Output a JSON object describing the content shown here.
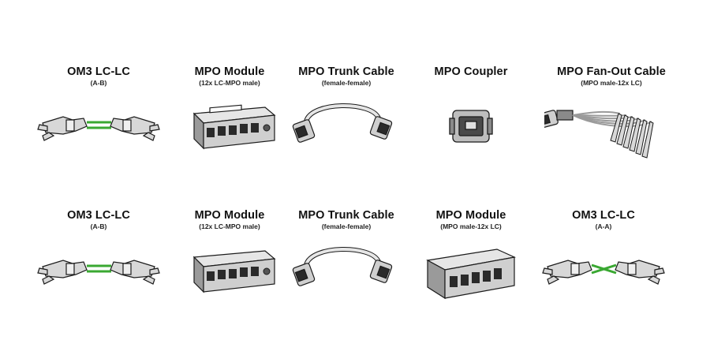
{
  "rows": [
    {
      "items": [
        {
          "title": "OM3 LC-LC",
          "subtitle": "(A-B)",
          "icon": "lc-lc-patch-cable-straight"
        },
        {
          "title": "MPO Module",
          "subtitle": "(12x LC-MPO male)",
          "icon": "mpo-module"
        },
        {
          "title": "MPO Trunk Cable",
          "subtitle": "(female-female)",
          "icon": "mpo-trunk-cable"
        },
        {
          "title": "MPO Coupler",
          "subtitle": "",
          "icon": "mpo-coupler"
        },
        {
          "title": "MPO Fan-Out Cable",
          "subtitle": "(MPO male-12x LC)",
          "icon": "mpo-fanout-cable"
        }
      ]
    },
    {
      "items": [
        {
          "title": "OM3 LC-LC",
          "subtitle": "(A-B)",
          "icon": "lc-lc-patch-cable-straight"
        },
        {
          "title": "MPO Module",
          "subtitle": "(12x LC-MPO male)",
          "icon": "mpo-module"
        },
        {
          "title": "MPO Trunk Cable",
          "subtitle": "(female-female)",
          "icon": "mpo-trunk-cable"
        },
        {
          "title": "MPO Module",
          "subtitle": "(MPO male-12x LC)",
          "icon": "mpo-module-alt"
        },
        {
          "title": "OM3 LC-LC",
          "subtitle": "(A-A)",
          "icon": "lc-lc-patch-cable-crossed"
        }
      ]
    }
  ],
  "colors": {
    "fiber": "#3aa832",
    "metal": "#cfcfcf",
    "dark": "#1b1b1b"
  }
}
